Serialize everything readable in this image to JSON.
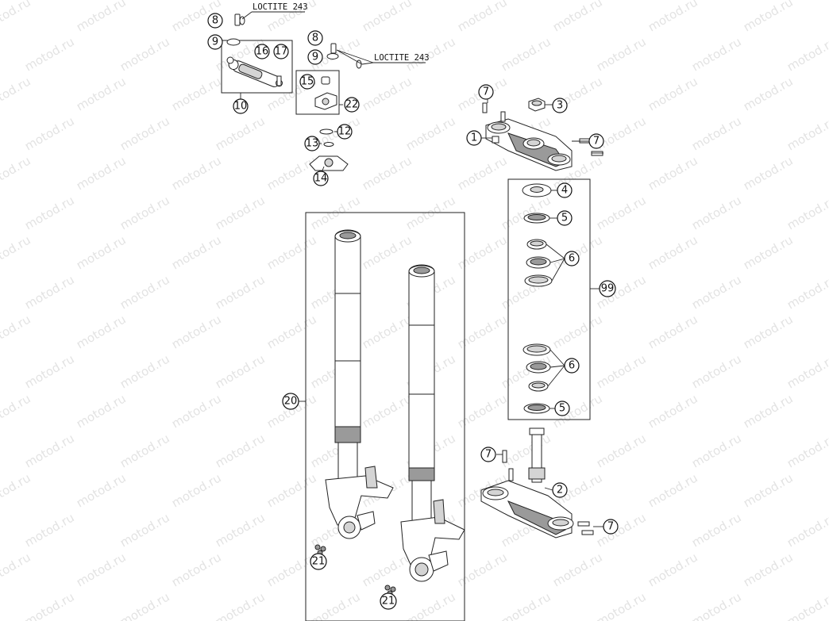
{
  "watermark": {
    "text": "motod.ru"
  },
  "loctite_label": "LOCTITE 243",
  "callouts": {
    "c8a": "8",
    "c9a": "9",
    "c16": "16",
    "c17": "17",
    "c10": "10",
    "c8b": "8",
    "c9b": "9",
    "c15": "15",
    "c22": "22",
    "c12": "12",
    "c13": "13",
    "c14": "14",
    "c7a": "7",
    "c3": "3",
    "c1": "1",
    "c7b": "7",
    "c4": "4",
    "c5a": "5",
    "c6a": "6",
    "c99": "99",
    "c6b": "6",
    "c5b": "5",
    "c20": "20",
    "c7c": "7",
    "c2": "2",
    "c7d": "7",
    "c21a": "21",
    "c21b": "21"
  }
}
